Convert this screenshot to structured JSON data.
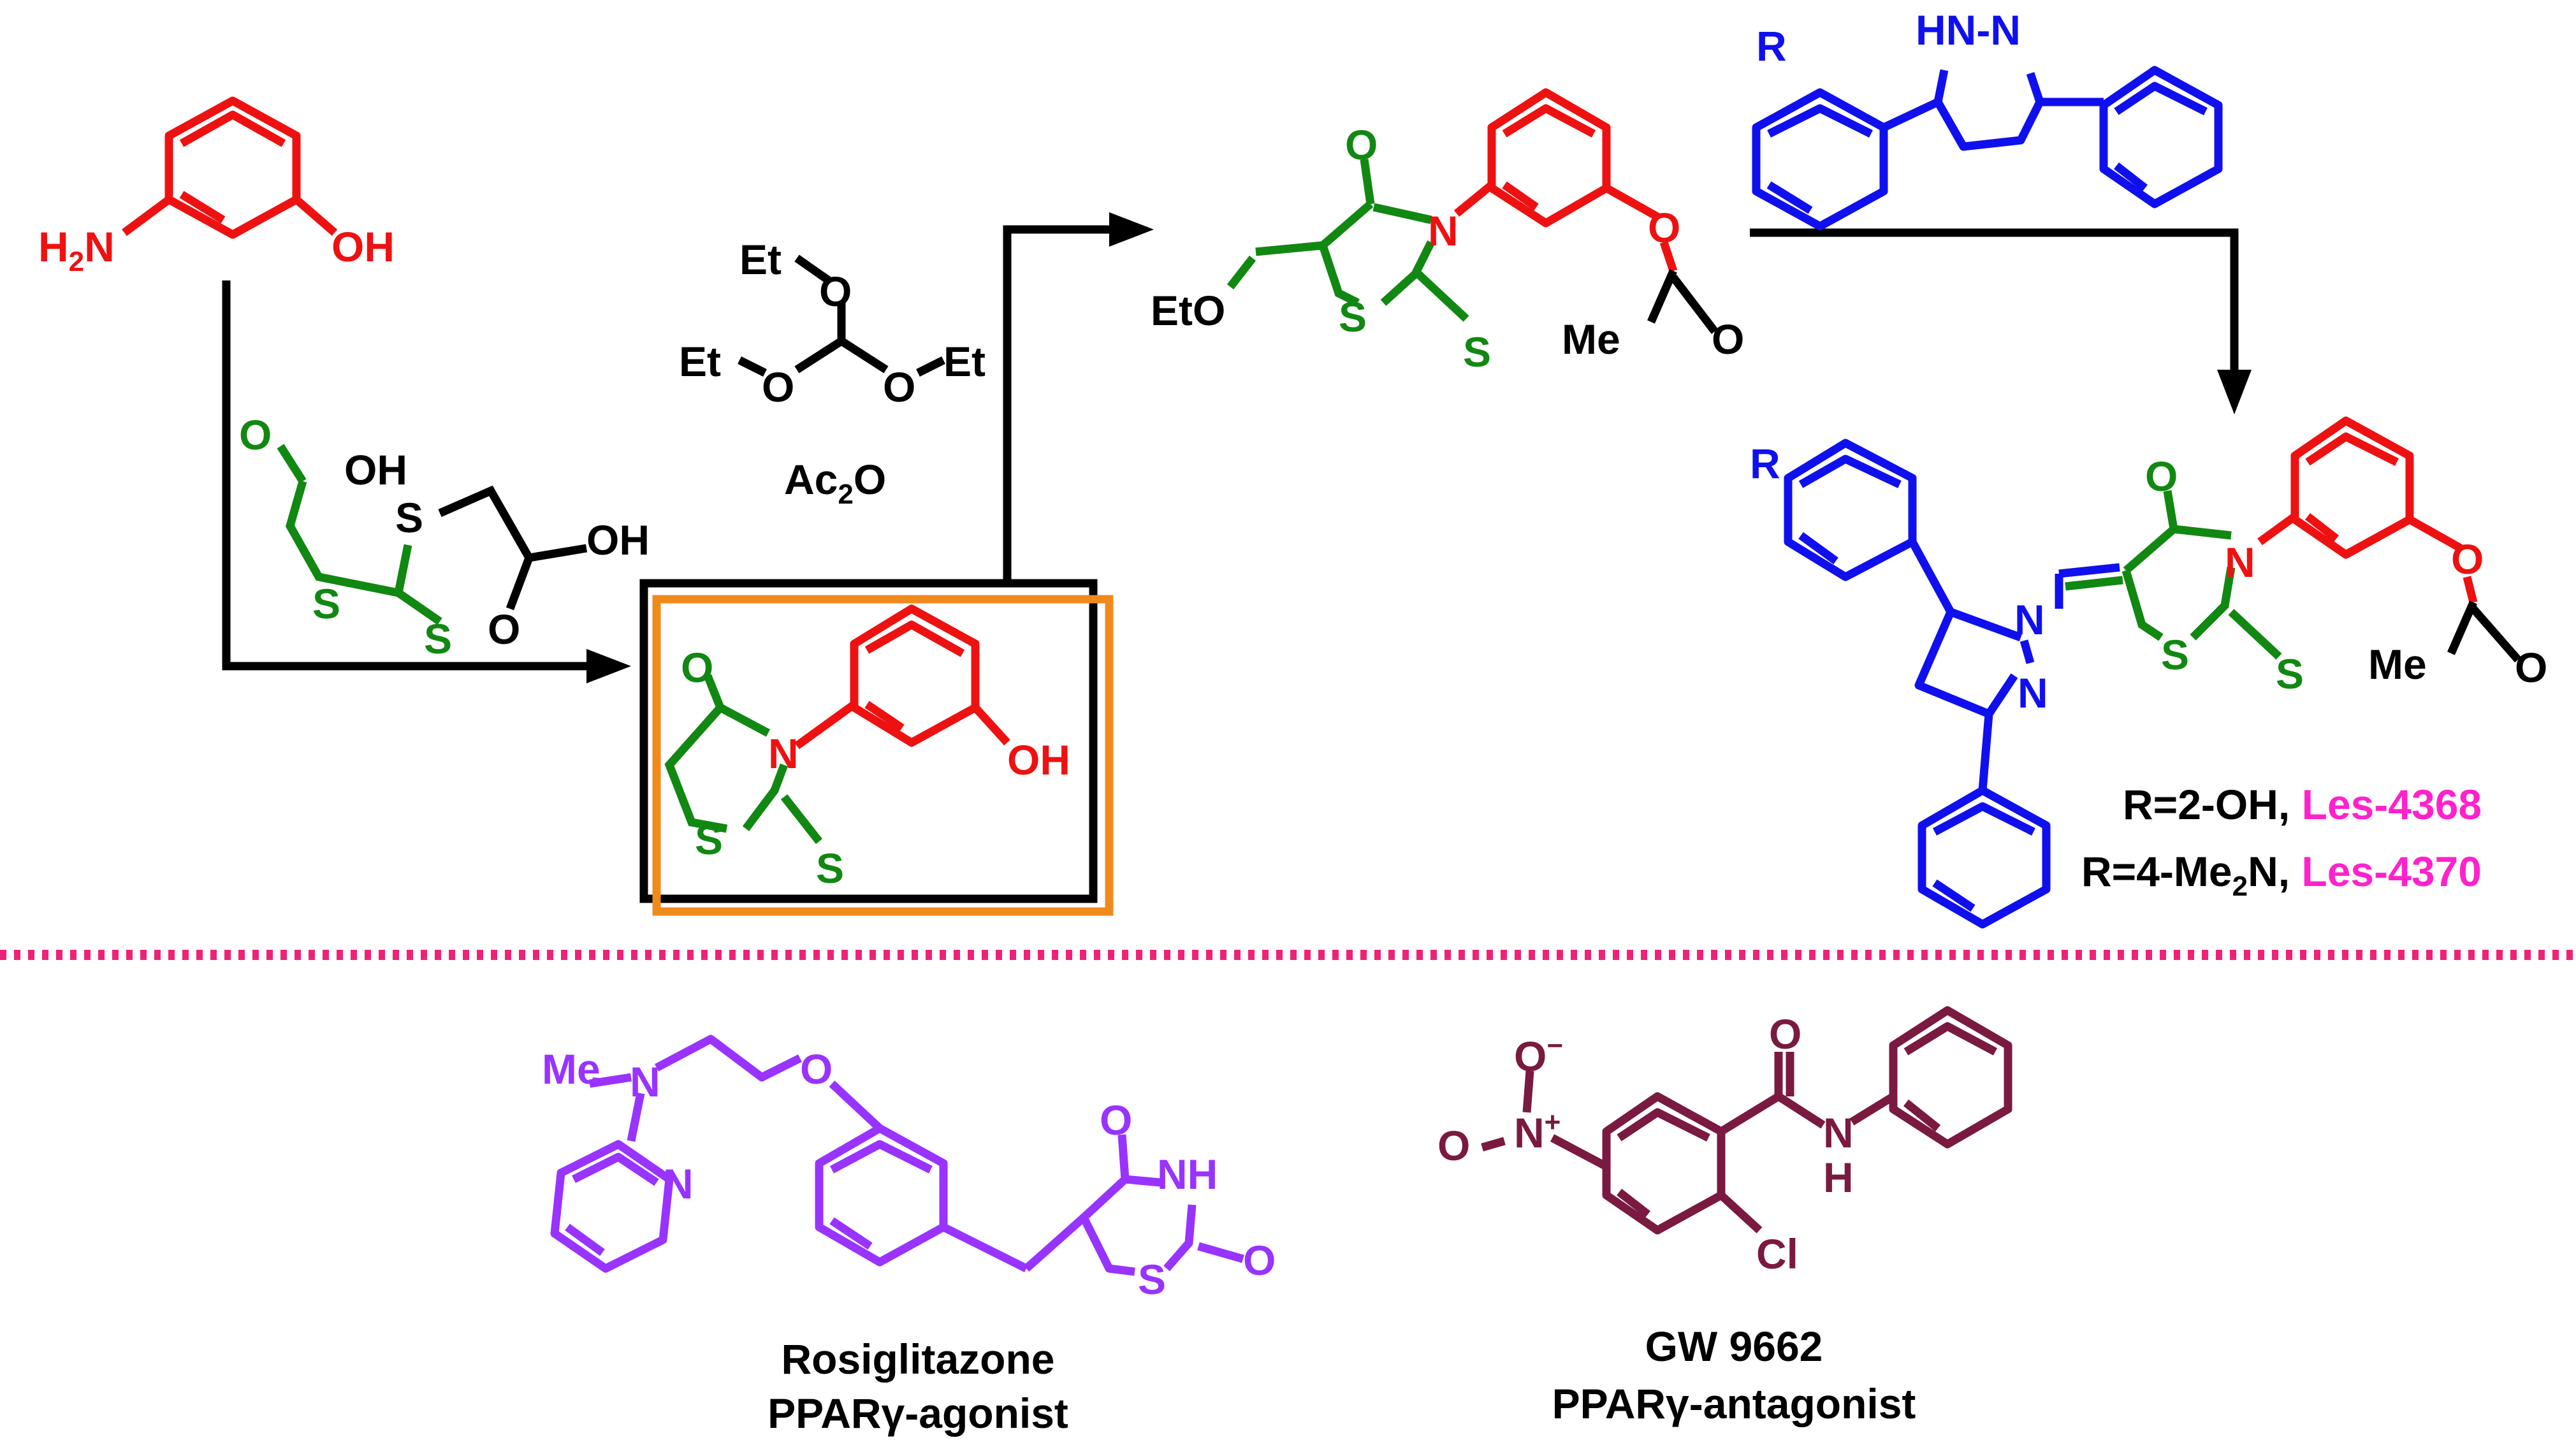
{
  "colors": {
    "red": "#ee1111",
    "green": "#118811",
    "blue": "#1010ee",
    "black": "#000000",
    "orange": "#f08a1c",
    "magenta": "#ff22cc",
    "pink_divider": "#ee2277",
    "purple": "#9933ff",
    "maroon": "#7a1a40"
  },
  "aminophenol": {
    "amine": "H",
    "amine_sub": "2",
    "amine_n": "N",
    "hydroxyl": "OH"
  },
  "reagent_trithiocarbonate": {
    "oxo_a": "O",
    "oh_a": "OH",
    "s_a": "S",
    "s_b": "S",
    "s_thione": "S",
    "oxo_b": "O",
    "oh_b": "OH"
  },
  "rhodanine_intermediate": {
    "oxo": "O",
    "n": "N",
    "oh": "OH",
    "s_ring": "S",
    "s_thione": "S"
  },
  "orthoformate_reagent": {
    "et_top": "Et",
    "o_top": "O",
    "et_left": "Et",
    "o_left": "O",
    "o_right": "O",
    "et_right": "Et",
    "ac2o_main": "Ac",
    "ac2o_sub": "2",
    "ac2o_tail": "O"
  },
  "ethoxymethylene_product": {
    "oxo": "O",
    "n": "N",
    "eto": "EtO",
    "s_ring": "S",
    "s_thione": "S",
    "ester_o": "O",
    "me": "Me",
    "carbonyl_o": "O"
  },
  "pyrazoline_reagent": {
    "r": "R",
    "hn_n": "HN-N"
  },
  "final_product": {
    "r": "R",
    "oxo": "O",
    "n_thiazolidine": "N",
    "n1": "N",
    "n2": "N",
    "ester_o": "O",
    "s_ring": "S",
    "s_thione": "S",
    "me": "Me",
    "carbonyl_o": "O",
    "variant1_prefix": "R=2-OH, ",
    "variant1_code": "Les-4368",
    "variant2_prefix": "R=4-Me",
    "variant2_sub": "2",
    "variant2_tail": "N, ",
    "variant2_code": "Les-4370"
  },
  "rosiglitazone": {
    "me": "Me",
    "n_amine": "N",
    "o_ether": "O",
    "n_pyridine": "N",
    "oxo": "O",
    "nh": "NH",
    "s_ring": "S",
    "oxo2": "O",
    "name": "Rosiglitazone",
    "role": "PPARγ-agonist"
  },
  "gw9662": {
    "o_minus": "O",
    "minus": "−",
    "o_nitro": "O",
    "n_plus": "N",
    "plus": "+",
    "oxo": "O",
    "nh_n": "N",
    "nh_h": "H",
    "cl": "Cl",
    "name": "GW 9662",
    "role": "PPARγ-antagonist"
  }
}
